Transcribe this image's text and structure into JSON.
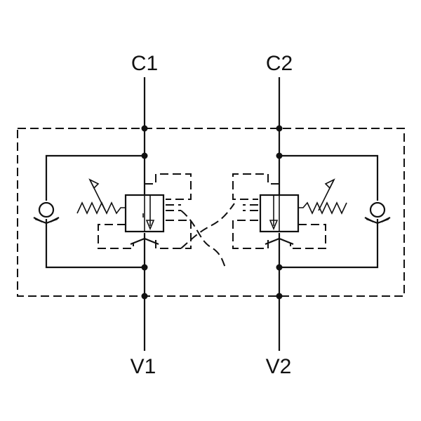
{
  "ports": {
    "c1": "C1",
    "c2": "C2",
    "v1": "V1",
    "v2": "V2"
  },
  "icons": {
    "check_valve": "check-valve-icon",
    "relief_valve": "pilot-valve-icon",
    "spring": "spring-icon",
    "adjustable_arrow": "adjustable-arrow-icon"
  },
  "colors": {
    "line": "#111111",
    "background": "#ffffff"
  }
}
